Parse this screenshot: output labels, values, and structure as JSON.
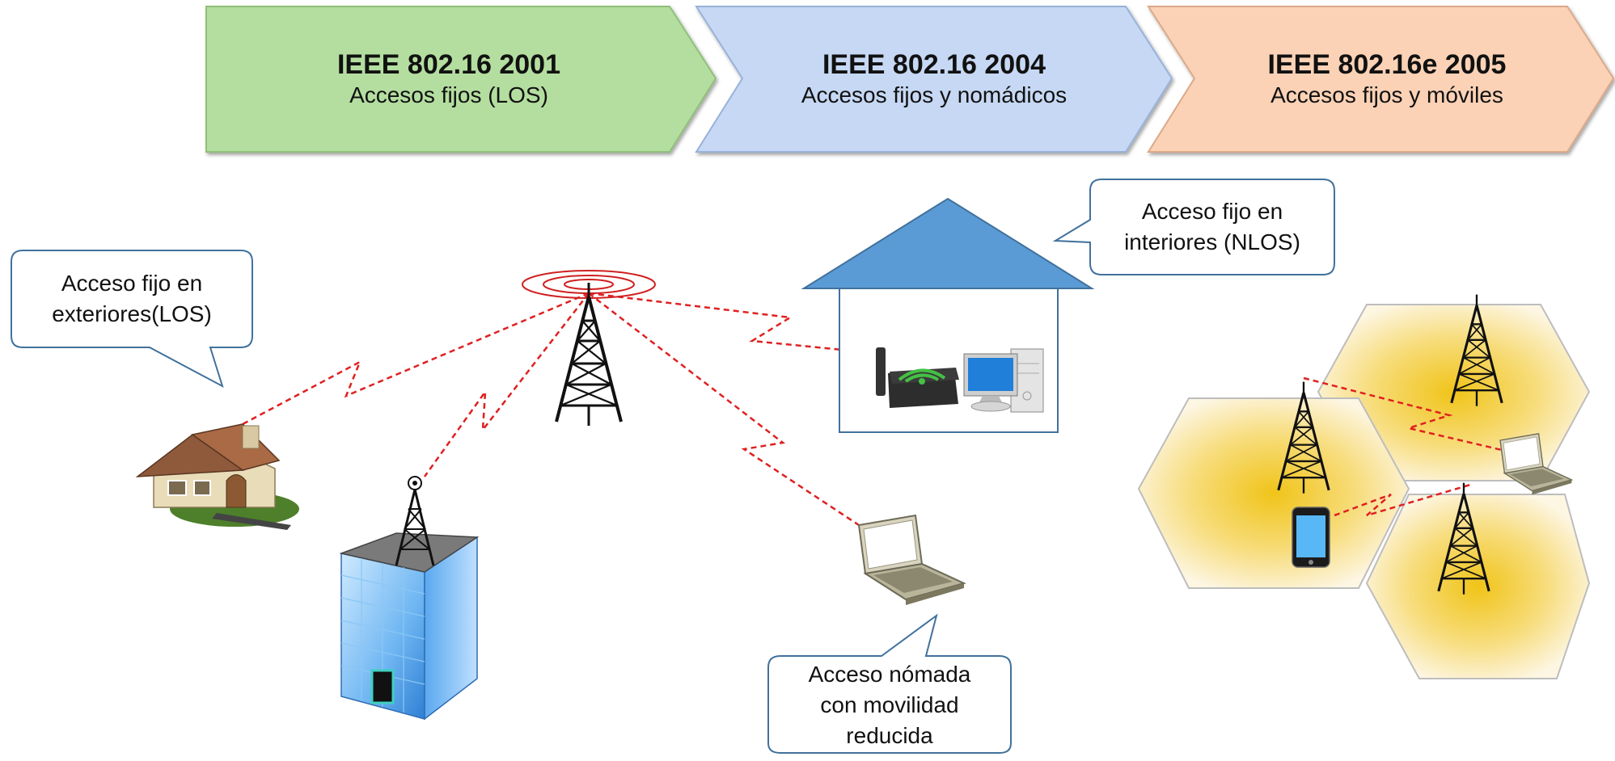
{
  "timeline": [
    {
      "title": "IEEE 802.16 2001",
      "subtitle": "Accesos fijos (LOS)",
      "color": "#b4dea0",
      "stroke": "#8fbf79"
    },
    {
      "title": "IEEE 802.16 2004",
      "subtitle": "Accesos fijos y nomádicos",
      "color": "#c6d8f3",
      "stroke": "#98b2d9"
    },
    {
      "title": "IEEE 802.16e 2005",
      "subtitle": "Accesos fijos y móviles",
      "color": "#fbd2b6",
      "stroke": "#dba98a"
    }
  ],
  "callouts": {
    "outdoor": [
      "Acceso fijo en",
      "exteriores(LOS)"
    ],
    "indoor": [
      "Acceso fijo en",
      "interiores (NLOS)"
    ],
    "nomadic": [
      "Acceso nómada",
      "con movilidad",
      "reducida"
    ]
  },
  "colors": {
    "link": "#e02020",
    "house_roof": "#5b9bd5",
    "callout_border": "#41719c",
    "hex_fill_center": "#f0c419",
    "hex_fill_edge": "#fdf6e3"
  },
  "icons": [
    "tower-icon",
    "house-icon",
    "building-icon",
    "router-icon",
    "desktop-computer-icon",
    "laptop-icon",
    "smartphone-icon",
    "signal-rings-icon"
  ]
}
